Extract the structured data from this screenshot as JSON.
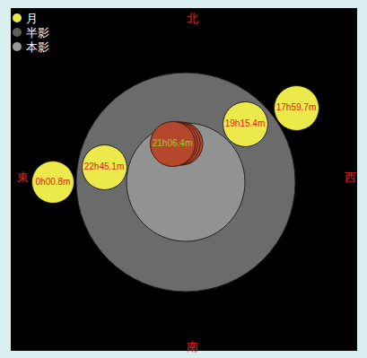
{
  "diagram": {
    "nodes": [
      {
        "text": [
          "17h59.7m"
        ]
      },
      {
        "text": [
          "19h15.4m"
        ]
      },
      {
        "text": [
          "21h06.4m"
        ]
      },
      {
        "text": [
          "22h45.1m"
        ]
      },
      {
        "text": [
          "0h00.8m"
        ]
      }
    ],
    "labels": [
      "北",
      "南",
      "東",
      "西"
    ],
    "legend": [
      {
        "text": "月",
        "color": "#ece94a"
      },
      {
        "text": "半影",
        "color": "#5e5e5e"
      },
      {
        "text": "本影",
        "color": "#9a9a9a"
      }
    ]
  }
}
